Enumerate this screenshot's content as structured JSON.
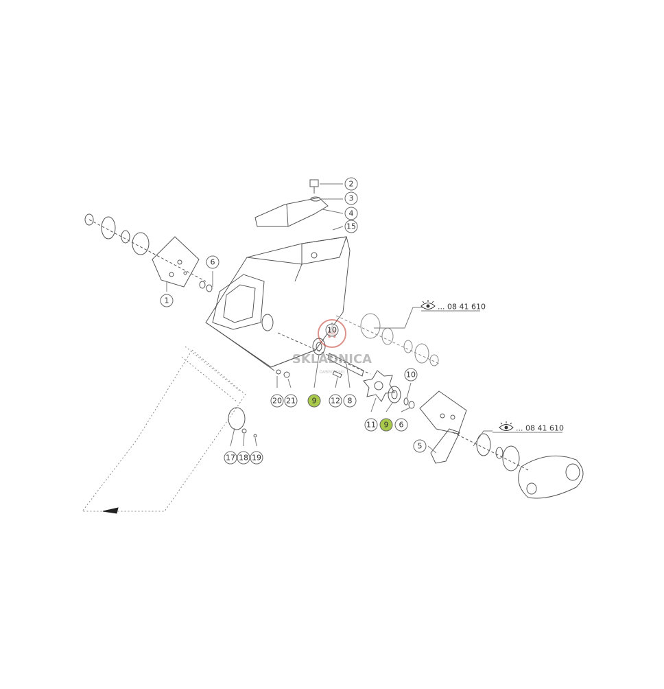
{
  "callouts": [
    {
      "id": "c2",
      "label": "2"
    },
    {
      "id": "c3",
      "label": "3"
    },
    {
      "id": "c4",
      "label": "4"
    },
    {
      "id": "c15",
      "label": "15"
    },
    {
      "id": "c6a",
      "label": "6"
    },
    {
      "id": "c1",
      "label": "1"
    },
    {
      "id": "c10a",
      "label": "10"
    },
    {
      "id": "c20",
      "label": "20"
    },
    {
      "id": "c21",
      "label": "21"
    },
    {
      "id": "c9a",
      "label": "9",
      "highlight": true
    },
    {
      "id": "c12",
      "label": "12"
    },
    {
      "id": "c8",
      "label": "8"
    },
    {
      "id": "c10b",
      "label": "10"
    },
    {
      "id": "c11",
      "label": "11"
    },
    {
      "id": "c9b",
      "label": "9",
      "highlight": true
    },
    {
      "id": "c6b",
      "label": "6"
    },
    {
      "id": "c5",
      "label": "5"
    },
    {
      "id": "c17",
      "label": "17"
    },
    {
      "id": "c18",
      "label": "18"
    },
    {
      "id": "c19",
      "label": "19"
    }
  ],
  "references": [
    {
      "id": "ref1",
      "text": "... 08 41 610",
      "icon": "eye-icon"
    },
    {
      "id": "ref2",
      "text": "... 08 41 610",
      "icon": "eye-icon"
    }
  ],
  "watermark": {
    "text": "SKLADNICA",
    "subtext": "DABROWSKI",
    "color": "#c0392b"
  },
  "colors": {
    "highlight": "#a8c94a",
    "line": "#555555"
  }
}
